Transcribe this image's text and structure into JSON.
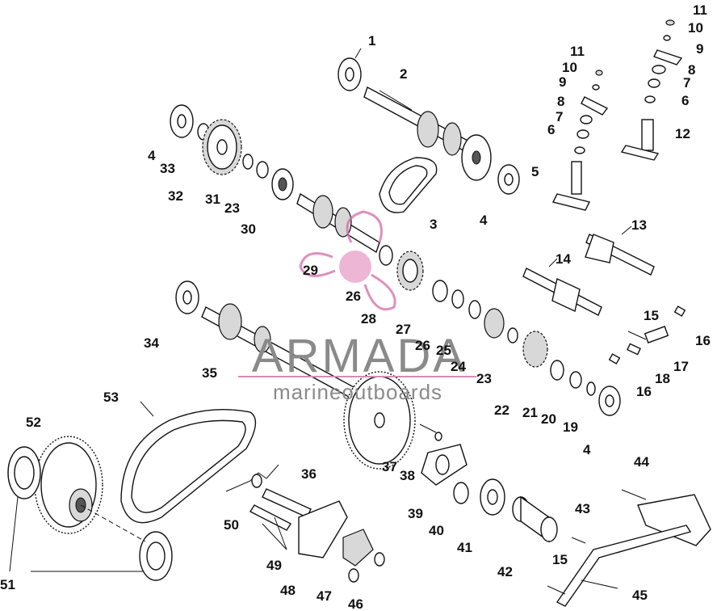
{
  "callouts": [
    "1",
    "2",
    "3",
    "4",
    "5",
    "6",
    "7",
    "8",
    "9",
    "10",
    "11",
    "12",
    "13",
    "14",
    "15",
    "16",
    "17",
    "18",
    "19",
    "20",
    "21",
    "22",
    "23",
    "24",
    "25",
    "26",
    "27",
    "28",
    "29",
    "30",
    "31",
    "32",
    "33",
    "34",
    "35",
    "36",
    "37",
    "38",
    "39",
    "40",
    "41",
    "42",
    "43",
    "44",
    "45",
    "46",
    "47",
    "48",
    "49",
    "50",
    "51",
    "52",
    "53"
  ],
  "watermark": {
    "brand": "ARMADA",
    "tagline": "marineoutboards"
  },
  "colors": {
    "watermark_accent": "#d66aa8",
    "line": "#111111"
  }
}
